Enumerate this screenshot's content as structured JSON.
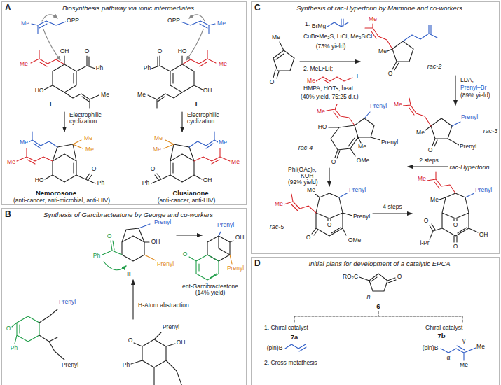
{
  "diagram": {
    "nodes": [
      {
        "text": [
          "A",
          "Biosynthesis pathway via ionic intermediates"
        ]
      },
      {
        "text": [
          "B",
          "Synthesis of Garcibracteatone by George and co-workers"
        ]
      },
      {
        "text": [
          "C",
          "Synthesis of rac-Hyperforin by Maimone and co-workers"
        ]
      },
      {
        "text": [
          "D",
          "Initial plans for development of a catalytic EPCA"
        ]
      }
    ],
    "labels": [
      "OPP",
      "Me",
      "OH",
      "Me",
      "O",
      "Ph",
      "HO",
      "Me",
      "I",
      "Electrophilic cyclization",
      "Me",
      "Me",
      "Me",
      "Me",
      "O",
      "Ph",
      "HO",
      "Nemorosone",
      "(anti-cancer, anti-microbial, anti-HIV)",
      "OPP",
      "Me",
      "HO",
      "Me",
      "O",
      "Ph",
      "OH",
      "Me",
      "I",
      "Electrophilic cyclization",
      "Me",
      "Me",
      "Me",
      "Me",
      "O",
      "Ph",
      "OH",
      "Clusianone",
      "(anti-cancer, anti-HIV)",
      "Ph",
      "O",
      "OH",
      "Prenyl",
      "Prenyl",
      "II",
      "OH",
      "Prenyl",
      "Prenyl",
      "O",
      "ent-Garcibracteatone (14% yield)",
      "H-Atom abstraction",
      "Prenyl",
      "Ph",
      "O",
      "Prenyl",
      "Prenyl",
      "Ph",
      "O",
      "OH",
      "Me",
      "O",
      "1.",
      "BrMg",
      "CuBr•Me₂S, LiCl, Me₃SiCl",
      "(73% yield)",
      "2. MeLi•LiI;",
      "Me",
      "I",
      "HMPA; HOTs, heat",
      "(40% yield, 75:25 d.r.)",
      "Me",
      "Me",
      "O",
      "rac-2",
      "LDA,",
      "Prenyl–Br",
      "(89% yield)",
      "Prenyl",
      "Prenyl",
      "Me",
      "Me",
      "O",
      "rac-3",
      "2 steps",
      "Me",
      "Prenyl",
      "HO",
      "Me",
      "Prenyl",
      "O",
      "OMe",
      "rac-4",
      "PhI(OAc)₂,",
      "KOH",
      "(92% yield)",
      "Me",
      "Me",
      "Prenyl",
      "O",
      "Prenyl",
      "O",
      "OMe",
      "rac-5",
      "4 steps",
      "Me",
      "Prenyl",
      "Me",
      "O",
      "i-Pr",
      "OH",
      "O",
      "O",
      "rac-Hyperforin",
      "RO₂C",
      "O",
      "n",
      "6",
      "1. Chiral catalyst",
      "7a",
      "(pin)B",
      "2. Cross-metathesis",
      "Chiral catalyst",
      "7b",
      "(pin)B",
      "α",
      "γ",
      "Me",
      "Me"
    ]
  }
}
